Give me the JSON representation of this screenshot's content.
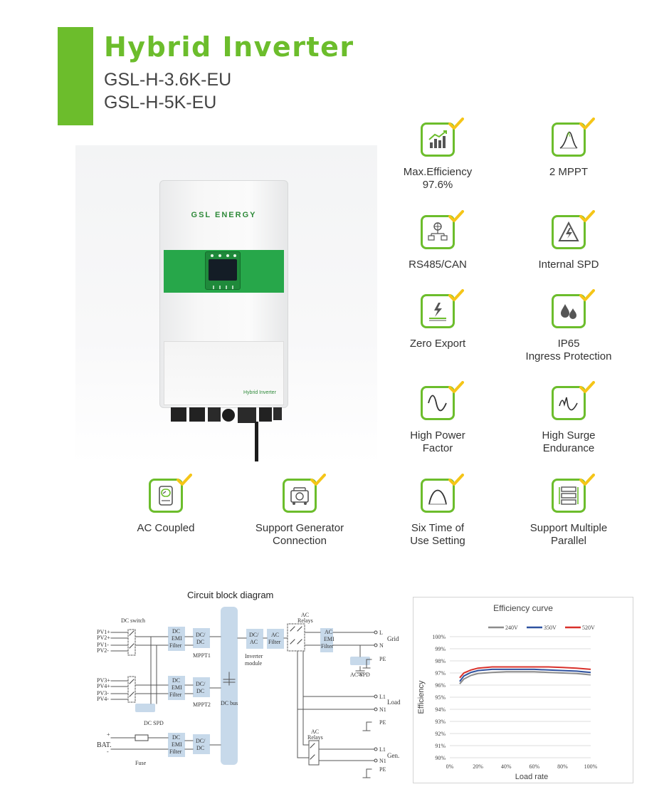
{
  "header": {
    "title": "Hybrid Inverter",
    "models": [
      "GSL-H-3.6K-EU",
      "GSL-H-5K-EU"
    ]
  },
  "product": {
    "brand": "GSL ENERGY",
    "panel_label": "Hybrid Inverter"
  },
  "colors": {
    "accent": "#6cbd2c",
    "check": "#f5c518"
  },
  "features": [
    {
      "icon": "efficiency-chart-icon",
      "lines": [
        "Max.Efficiency",
        "97.6%"
      ]
    },
    {
      "icon": "mppt-curve-icon",
      "lines": [
        "2 MPPT"
      ]
    },
    {
      "icon": "network-icon",
      "lines": [
        "RS485/CAN"
      ]
    },
    {
      "icon": "surge-protection-icon",
      "lines": [
        "Internal SPD"
      ]
    },
    {
      "icon": "zero-export-icon",
      "lines": [
        "Zero Export"
      ]
    },
    {
      "icon": "water-drops-icon",
      "lines": [
        "IP65",
        "Ingress Protection"
      ]
    },
    {
      "icon": "sine-wave-icon",
      "lines": [
        "High Power",
        "Factor"
      ]
    },
    {
      "icon": "surge-wave-icon",
      "lines": [
        "High Surge",
        "Endurance"
      ]
    },
    {
      "icon": "ac-meter-icon",
      "lines": [
        "AC Coupled"
      ]
    },
    {
      "icon": "generator-icon",
      "lines": [
        "Support Generator",
        "Connection"
      ]
    },
    {
      "icon": "time-curve-icon",
      "lines": [
        "Six Time of",
        "Use Setting"
      ]
    },
    {
      "icon": "parallel-stack-icon",
      "lines": [
        "Support Multiple",
        "Parallel"
      ]
    }
  ],
  "circuit": {
    "title": "Circuit block diagram",
    "labels": {
      "dc_switch": "DC switch",
      "pv1p": "PV1+",
      "pv2p": "PV2+",
      "pv1m": "PV1-",
      "pv2m": "PV2-",
      "pv3p": "PV3+",
      "pv4p": "PV4+",
      "pv3m": "PV3-",
      "pv4m": "PV4-",
      "dc_spd": "DC SPD",
      "bat": "BAT.",
      "plus": "+",
      "minus": "-",
      "fuse": "Fuse",
      "dc": "DC",
      "emi": "EMI",
      "filter": "Filter",
      "dc_slash": "DC/",
      "dc2": "DC",
      "mppt1": "MPPT1",
      "mppt2": "MPPT2",
      "dc_bus": "DC bus",
      "dc_ac_1": "DC/",
      "dc_ac_2": "AC",
      "inverter_1": "Inverter",
      "inverter_2": "module",
      "ac": "AC",
      "ac_filter": "Filter",
      "ac_relays_1": "AC",
      "ac_relays_2": "Relays",
      "ac_spd": "AC SPD",
      "l": "L",
      "n": "N",
      "pe": "PE",
      "l1": "L1",
      "n1": "N1",
      "grid": "Grid",
      "load": "Load",
      "gen": "Gen."
    }
  },
  "chart_data": {
    "type": "line",
    "title": "Efficiency curve",
    "xlabel": "Load rate",
    "ylabel": "Efficiency",
    "xlim": [
      0,
      100
    ],
    "ylim": [
      90,
      100
    ],
    "x_ticks": [
      "0%",
      "20%",
      "40%",
      "60%",
      "80%",
      "100%"
    ],
    "y_ticks": [
      "90%",
      "91%",
      "92%",
      "93%",
      "94%",
      "95%",
      "96%",
      "97%",
      "98%",
      "99%",
      "100%"
    ],
    "legend_position": "top",
    "grid": true,
    "x": [
      7,
      10,
      15,
      20,
      30,
      40,
      50,
      60,
      70,
      80,
      90,
      100
    ],
    "series": [
      {
        "name": "240V",
        "color": "#8c8c8c",
        "values": [
          96.1,
          96.5,
          96.8,
          96.95,
          97.05,
          97.1,
          97.1,
          97.1,
          97.05,
          97.0,
          96.95,
          96.85
        ]
      },
      {
        "name": "350V",
        "color": "#2f52a0",
        "values": [
          96.3,
          96.75,
          97.05,
          97.2,
          97.3,
          97.3,
          97.3,
          97.3,
          97.25,
          97.2,
          97.15,
          97.05
        ]
      },
      {
        "name": "520V",
        "color": "#d9312b",
        "values": [
          96.6,
          97.0,
          97.25,
          97.4,
          97.5,
          97.5,
          97.5,
          97.5,
          97.5,
          97.45,
          97.4,
          97.3
        ]
      }
    ]
  }
}
